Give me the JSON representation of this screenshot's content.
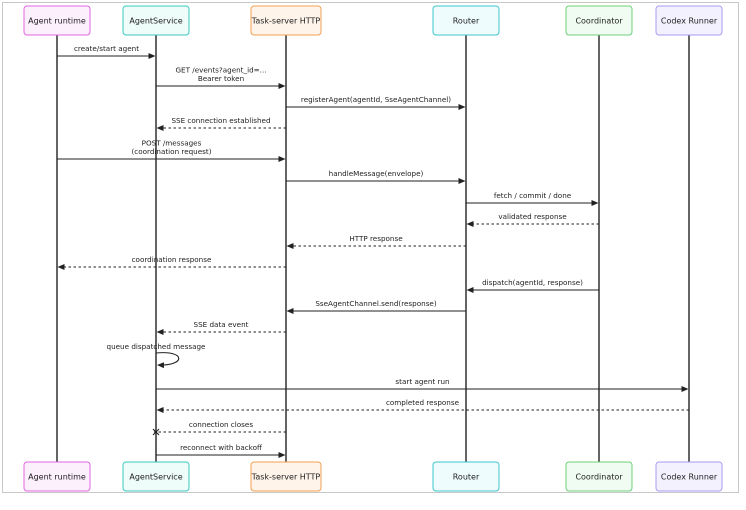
{
  "participants": [
    {
      "id": "agent_runtime",
      "label": "Agent runtime",
      "fill": "#fdf0fd",
      "stroke": "#e066e0"
    },
    {
      "id": "agent_service",
      "label": "AgentService",
      "fill": "#eefcfa",
      "stroke": "#3cc9c0"
    },
    {
      "id": "task_server",
      "label": "Task-server HTTP",
      "fill": "#fff4ea",
      "stroke": "#f0a050"
    },
    {
      "id": "router",
      "label": "Router",
      "fill": "#eefcfd",
      "stroke": "#3cc6d0"
    },
    {
      "id": "coordinator",
      "label": "Coordinator",
      "fill": "#f0fcf1",
      "stroke": "#6cd07a"
    },
    {
      "id": "codex_runner",
      "label": "Codex Runner",
      "fill": "#f4f1fe",
      "stroke": "#a99af0"
    }
  ],
  "messages": [
    {
      "from": "agent_runtime",
      "to": "agent_service",
      "lines": [
        "create/start agent"
      ],
      "style": "solid",
      "head": "arrow"
    },
    {
      "from": "agent_service",
      "to": "task_server",
      "lines": [
        "GET /events?agent_id=...",
        "Bearer token"
      ],
      "style": "solid",
      "head": "arrow"
    },
    {
      "from": "task_server",
      "to": "router",
      "lines": [
        "registerAgent(agentId, SseAgentChannel)"
      ],
      "style": "solid",
      "head": "arrow"
    },
    {
      "from": "task_server",
      "to": "agent_service",
      "lines": [
        "SSE connection established"
      ],
      "style": "dashed",
      "head": "arrow"
    },
    {
      "from": "agent_runtime",
      "to": "task_server",
      "lines": [
        "POST /messages",
        "(coordination request)"
      ],
      "style": "solid",
      "head": "arrow"
    },
    {
      "from": "task_server",
      "to": "router",
      "lines": [
        "handleMessage(envelope)"
      ],
      "style": "solid",
      "head": "arrow"
    },
    {
      "from": "router",
      "to": "coordinator",
      "lines": [
        "fetch / commit / done"
      ],
      "style": "solid",
      "head": "arrow"
    },
    {
      "from": "coordinator",
      "to": "router",
      "lines": [
        "validated response"
      ],
      "style": "dashed",
      "head": "arrow"
    },
    {
      "from": "router",
      "to": "task_server",
      "lines": [
        "HTTP response"
      ],
      "style": "dashed",
      "head": "arrow"
    },
    {
      "from": "task_server",
      "to": "agent_runtime",
      "lines": [
        "coordination response"
      ],
      "style": "dashed",
      "head": "arrow"
    },
    {
      "from": "coordinator",
      "to": "router",
      "lines": [
        "dispatch(agentId, response)"
      ],
      "style": "solid",
      "head": "arrow"
    },
    {
      "from": "router",
      "to": "task_server",
      "lines": [
        "SseAgentChannel.send(response)"
      ],
      "style": "solid",
      "head": "arrow"
    },
    {
      "from": "task_server",
      "to": "agent_service",
      "lines": [
        "SSE data event"
      ],
      "style": "dashed",
      "head": "arrow"
    },
    {
      "from": "agent_service",
      "to": "agent_service",
      "lines": [
        "queue dispatched message"
      ],
      "style": "solid",
      "head": "arrow"
    },
    {
      "from": "agent_service",
      "to": "codex_runner",
      "lines": [
        "start agent run"
      ],
      "style": "solid",
      "head": "arrow"
    },
    {
      "from": "codex_runner",
      "to": "agent_service",
      "lines": [
        "completed response"
      ],
      "style": "dashed",
      "head": "arrow"
    },
    {
      "from": "task_server",
      "to": "agent_service",
      "lines": [
        "connection closes"
      ],
      "style": "dashed",
      "head": "cross"
    },
    {
      "from": "agent_service",
      "to": "task_server",
      "lines": [
        "reconnect with backoff"
      ],
      "style": "solid",
      "head": "arrow"
    }
  ]
}
